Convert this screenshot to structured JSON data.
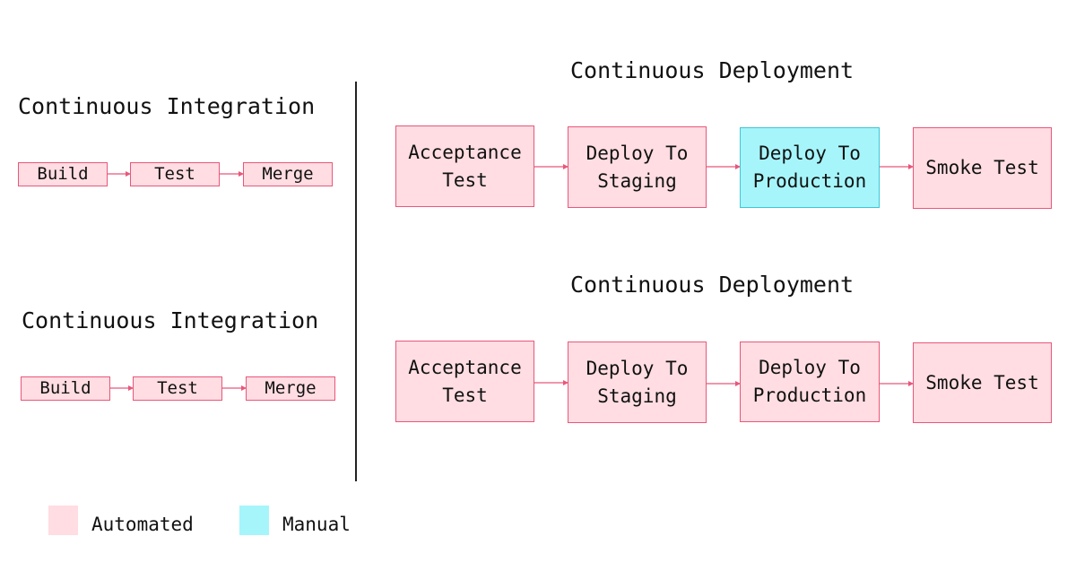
{
  "ci_top": {
    "title": "Continuous Integration",
    "steps": [
      "Build",
      "Test",
      "Merge"
    ]
  },
  "cd_top": {
    "title": "Continuous Deployment",
    "steps": [
      "Acceptance\nTest",
      "Deploy To\nStaging",
      "Deploy To\nProduction",
      "Smoke Test"
    ]
  },
  "ci_bottom": {
    "title": "Continuous Integration",
    "steps": [
      "Build",
      "Test",
      "Merge"
    ]
  },
  "cd_bottom": {
    "title": "Continuous Deployment",
    "steps": [
      "Acceptance\nTest",
      "Deploy To\nStaging",
      "Deploy To\nProduction",
      "Smoke Test"
    ]
  },
  "legend": {
    "automated": "Automated",
    "manual": "Manual"
  },
  "colors": {
    "automated_fill": "#ffdde2",
    "automated_border": "#e8577a",
    "manual_fill": "#a6f5fb",
    "manual_border": "#3fc6d6",
    "arrow": "#e8577a"
  }
}
